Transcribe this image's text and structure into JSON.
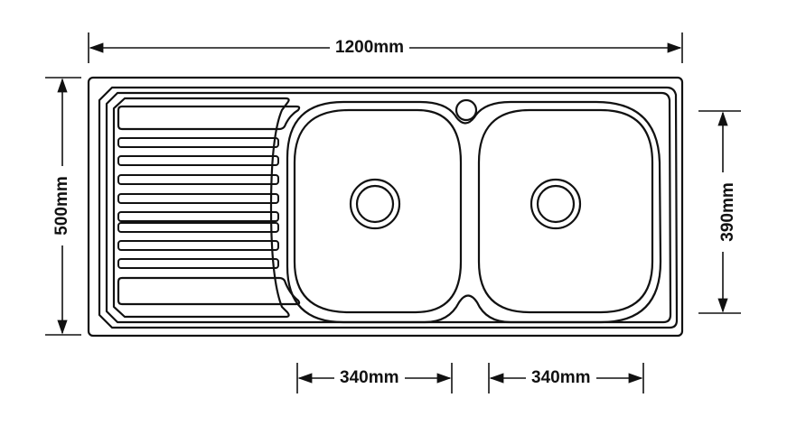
{
  "drawing": {
    "subject": "Double bowl kitchen sink with drainer",
    "line_color": "#111111",
    "background": "#ffffff"
  },
  "dimensions": {
    "overall_width": {
      "label": "1200mm",
      "value": 1200,
      "unit": "mm"
    },
    "overall_depth": {
      "label": "500mm",
      "value": 500,
      "unit": "mm"
    },
    "bowl_depth": {
      "label": "390mm",
      "value": 390,
      "unit": "mm"
    },
    "left_bowl_width": {
      "label": "340mm",
      "value": 340,
      "unit": "mm"
    },
    "right_bowl_width": {
      "label": "340mm",
      "value": 340,
      "unit": "mm"
    }
  },
  "parts": {
    "drainer": {
      "grooves": 8,
      "large_channels": 2
    },
    "bowls": [
      {
        "name": "left bowl",
        "has_waste": true
      },
      {
        "name": "right bowl",
        "has_waste": true
      }
    ],
    "tap_hole": true
  }
}
